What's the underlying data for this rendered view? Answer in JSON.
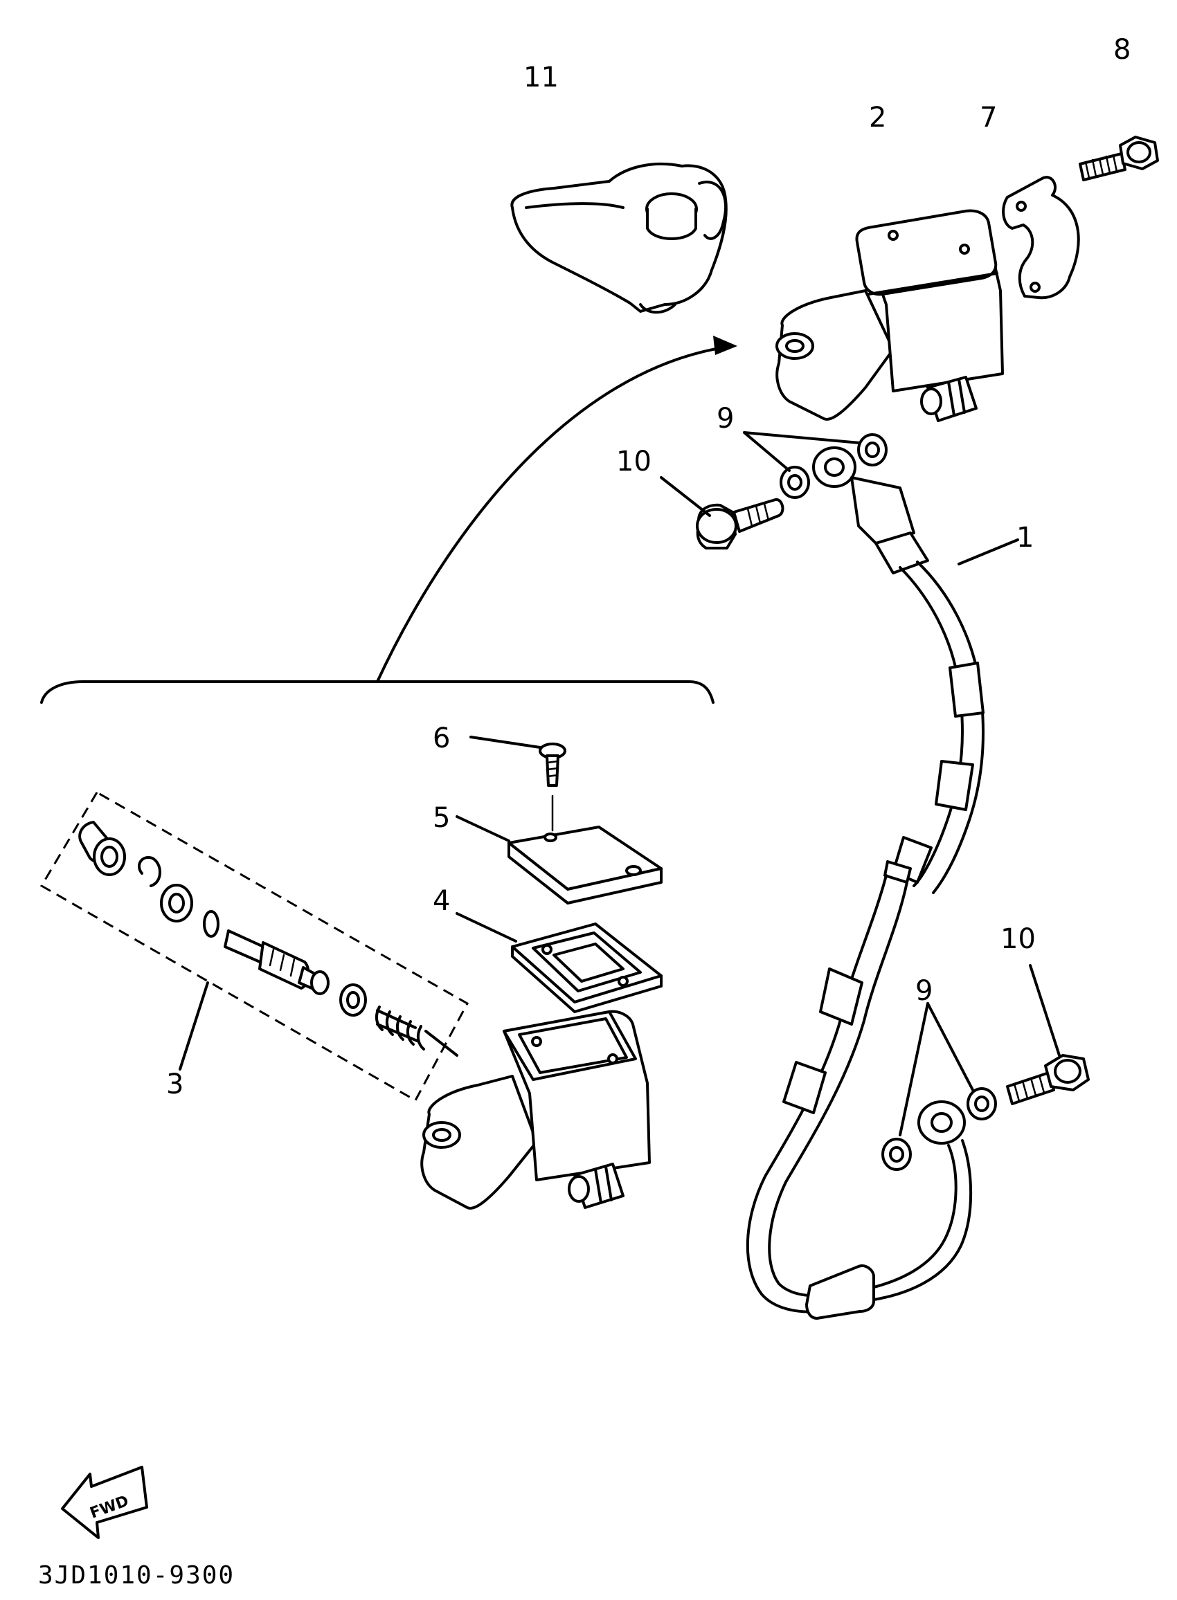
{
  "callouts": {
    "c1": "1",
    "c2": "2",
    "c3": "3",
    "c4": "4",
    "c5": "5",
    "c6": "6",
    "c7": "7",
    "c8": "8",
    "c9_upper": "9",
    "c9_lower": "9",
    "c10_upper": "10",
    "c10_lower": "10",
    "c11": "11"
  },
  "fwd_label": "FWD",
  "diagram_code": "3JD1010-9300"
}
